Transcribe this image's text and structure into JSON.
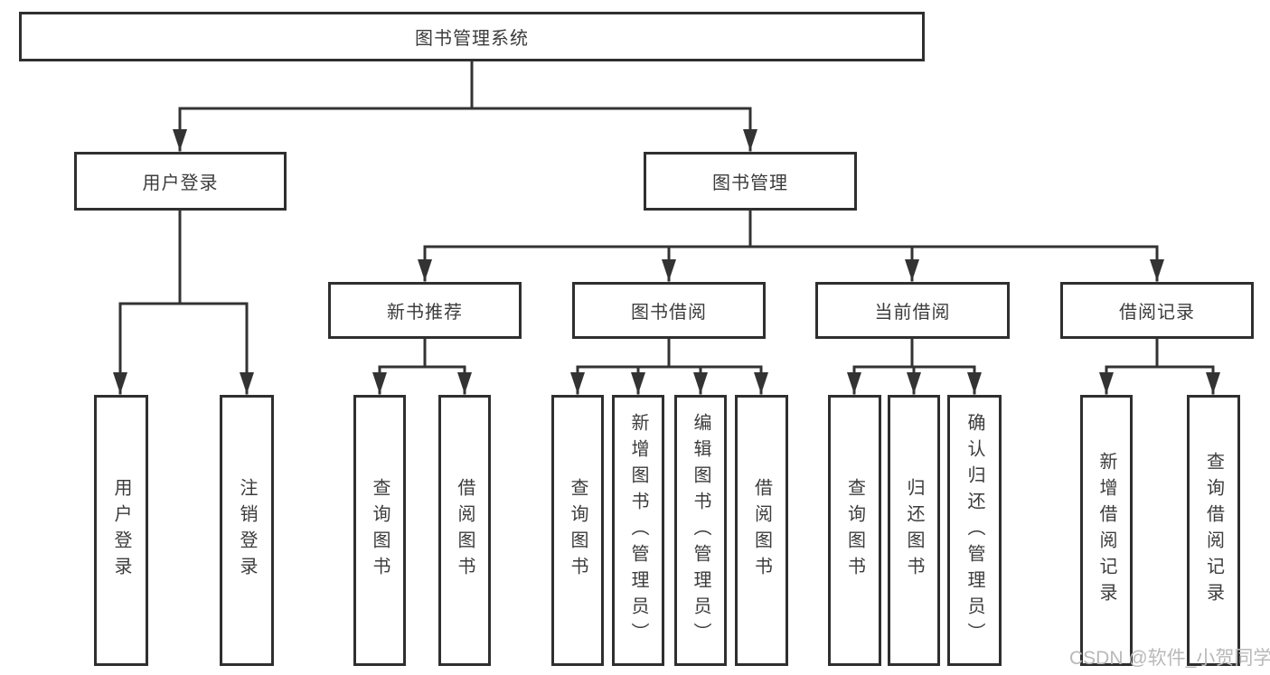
{
  "title": "图书管理系统",
  "branches": {
    "user_login": {
      "label": "用户登录",
      "children": {
        "user_login": "用户登录",
        "logout": "注销登录"
      }
    },
    "book_management": {
      "label": "图书管理",
      "sections": {
        "new_book_recommend": {
          "label": "新书推荐",
          "children": {
            "query_book": "查询图书",
            "borrow_book": "借阅图书"
          }
        },
        "book_borrow": {
          "label": "图书借阅",
          "children": {
            "query_book": "查询图书",
            "add_book": "新增图书（管理员）",
            "edit_book": "编辑图书（管理员）",
            "borrow_book": "借阅图书"
          }
        },
        "current_borrow": {
          "label": "当前借阅",
          "children": {
            "query_book": "查询图书",
            "return_book": "归还图书",
            "confirm_return": "确认归还（管理员）"
          }
        },
        "borrow_records": {
          "label": "借阅记录",
          "children": {
            "add_record": "新增借阅记录",
            "query_record": "查询借阅记录"
          }
        }
      }
    }
  },
  "watermark": "CSDN @软件_小贺同学",
  "colors": {
    "line": "#333333",
    "border": "#2f2f2f",
    "text": "#3c3c3c",
    "watermark": "#b9b9b9",
    "background": "#ffffff"
  }
}
